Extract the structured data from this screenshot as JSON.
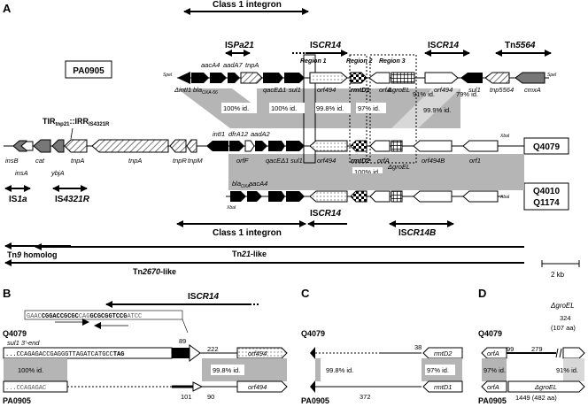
{
  "panels": {
    "a": "A",
    "b": "B",
    "c": "C",
    "d": "D"
  },
  "top_bars": {
    "class1_integron": "Class 1 integron",
    "ispa21_is": "IS",
    "ispa21_name": "Pa21",
    "iscr14_is": "IS",
    "iscr14_name": "CR14",
    "iscr14_right_is": "IS",
    "iscr14_right_name": "CR14",
    "tn5564": "Tn",
    "tn5564_name": "5564"
  },
  "strains": {
    "pa0905": "PA0905",
    "q4079": "Q4079",
    "q4010": "Q4010",
    "q1174": "Q1174"
  },
  "regions": {
    "r1": "Region 1",
    "r2": "Region 2",
    "r3": "Region 3"
  },
  "genes_top": {
    "aacA4": "aacA4",
    "aadA7": "aadA7",
    "tnpA": "tnpA",
    "spel_left": "SpeI",
    "intI1": "ΔintI1",
    "bla": "bla",
    "bla_sub": "OXA-56",
    "qacE": "qacEΔ1",
    "sul1": "sul1",
    "orf494": "orf494",
    "rmtD1": "rmtD1",
    "orfA": "orfA",
    "groEL": "ΔgroEL",
    "orf494b": "orf494",
    "sul1b": "sul1",
    "tnp5564": "tnp5564",
    "cmxA": "cmxA",
    "spel_right": "SpeI"
  },
  "identities": {
    "i100_left": "100% id.",
    "i100_mid": "100% id.",
    "i998": "99.8% id.",
    "i97": "97% id.",
    "i91": "91% id.",
    "i79": "79% id.",
    "i999": "99.9% id.",
    "i100_low": "100% id."
  },
  "tir_label": {
    "tir": "TIR",
    "tir_sub": "tnp21",
    "irr": "::IRR",
    "irr_sub": "IS4321R"
  },
  "genes_mid": {
    "insB": "insB",
    "insA": "insA",
    "cat": "cat",
    "ybjA": "ybjA",
    "tnpA": "tnpA",
    "tnpA2": "tnpA",
    "tnpR": "tnpR",
    "tnpM": "tnpM",
    "intI1": "intI1",
    "dfrA12": "dfrA12",
    "orfF": "orfF",
    "aadA2": "aadA2",
    "qacE": "qacEΔ1",
    "sul1": "sul1",
    "orf494": "orf494",
    "rmtD2": "rmtD2",
    "orfA": "orfA",
    "groEL": "ΔgroEL",
    "orf494B": "orf494B",
    "orf1": "orf1",
    "xbal": "XbaI"
  },
  "is_bars": {
    "is1a": "IS",
    "is1a_name": "1a",
    "is4321": "IS",
    "is4321_name": "4321R"
  },
  "genes_low": {
    "bla": "bla",
    "bla_sub": "OXA",
    "aacA4": "aacA4",
    "xbal_left": "XbaI",
    "xbal_right": "XbaI"
  },
  "bottom_bars": {
    "class1_integron": "Class 1 integron",
    "iscr14_is": "IS",
    "iscr14_name": "CR14",
    "iscr14b_is": "IS",
    "iscr14b_name": "CR14B",
    "tn9": "Tn",
    "tn9_name": "9",
    "tn9_suffix": " homolog",
    "tn21": "Tn",
    "tn21_name": "21",
    "tn21_suffix": "-like",
    "tn2670": "Tn",
    "tn2670_name": "2670",
    "tn2670_suffix": "-like"
  },
  "scale": "2 kb",
  "panel_b": {
    "iscr14_is": "IS",
    "iscr14_name": "CR14",
    "q4079": "Q4079",
    "pa0905": "PA0905",
    "seq_top_pre": "GAAC",
    "seq_top_b1": "CGGACCGCGC",
    "seq_top_mid": "CAG",
    "seq_top_b2": "GCGCGGTCCG",
    "seq_top_post": "ATCC",
    "sul1_end": "sul1 3'-end",
    "seq_q4079": "...CCAGAGACCGAGGGTTAGATCATGCC",
    "seq_q4079_tag": "TAG",
    "seq_pa0905": "...CCAGAGAC",
    "n89": "89",
    "n222": "222",
    "n101": "101",
    "n90": "90",
    "id100": "100% id.",
    "id998": "99.8% id.",
    "orf494_top": "orf494",
    "orf494_bot": "orf494"
  },
  "panel_c": {
    "q4079": "Q4079",
    "pa0905": "PA0905",
    "n38": "38",
    "n372": "372",
    "id998": "99.8% id.",
    "id97": "97% id.",
    "rmtD2": "rmtD2",
    "rmtD1": "rmtD1"
  },
  "panel_d": {
    "q4079": "Q4079",
    "pa0905": "PA0905",
    "groEL_top": "ΔgroEL",
    "n324": "324",
    "n107": "(107 aa)",
    "n99": "99",
    "n279": "279",
    "id97": "97% id.",
    "id91": "91% id.",
    "orfA_top": "orfA",
    "orfA_bot": "orfA",
    "groEL_bot": "ΔgroEL",
    "n1449": "1449",
    "n482": "(482 aa)"
  }
}
